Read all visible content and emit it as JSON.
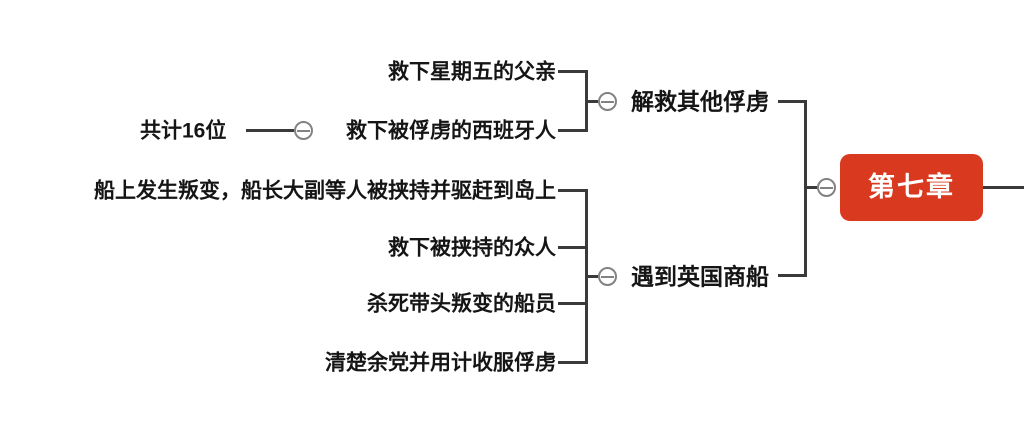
{
  "colors": {
    "line": "#3a3a3a",
    "text": "#151515",
    "rootBg": "#d8391f",
    "rootText": "#ffffff",
    "icon": "#828282",
    "canvasBg": "#ffffff"
  },
  "mindmap": {
    "root": {
      "label": "第七章"
    },
    "branches": [
      {
        "label": "解救其他俘虏",
        "children": [
          {
            "label": "救下星期五的父亲"
          },
          {
            "label": "救下被俘虏的西班牙人",
            "children": [
              {
                "label": "共计16位"
              }
            ]
          }
        ]
      },
      {
        "label": "遇到英国商船",
        "children": [
          {
            "label": "船上发生叛变，船长大副等人被挟持并驱赶到岛上"
          },
          {
            "label": "救下被挟持的众人"
          },
          {
            "label": "杀死带头叛变的船员"
          },
          {
            "label": "清楚余党并用计收服俘虏"
          }
        ]
      }
    ]
  }
}
